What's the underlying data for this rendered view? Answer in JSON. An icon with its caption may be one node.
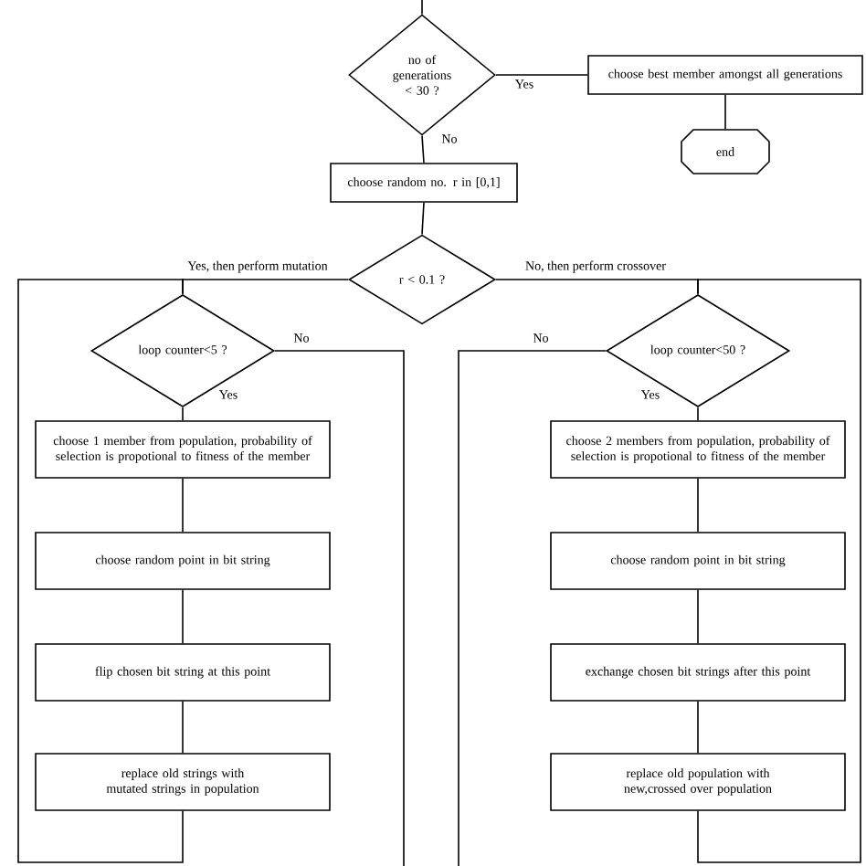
{
  "diagram": {
    "nodes": [
      {
        "text": [
          "no of generations < 30 ?"
        ]
      },
      {
        "text": [
          "choose best member amongst all generations"
        ]
      },
      {
        "text": [
          "end"
        ]
      },
      {
        "text": [
          "choose random no. r in [0,1]"
        ]
      },
      {
        "text": [
          "r < 0.1 ?"
        ]
      },
      {
        "text": [
          "loop counter<5 ?"
        ]
      },
      {
        "text": [
          "choose 1 member from population, probability of selection is propotional to fitness of the member"
        ]
      },
      {
        "text": [
          "choose random point in bit string"
        ]
      },
      {
        "text": [
          "flip chosen bit string at this point"
        ]
      },
      {
        "text": [
          "replace old strings with mutated strings in population"
        ]
      },
      {
        "text": [
          "loop counter<50 ?"
        ]
      },
      {
        "text": [
          "choose 2 members from population, probability of selection is propotional to fitness of the member"
        ]
      },
      {
        "text": [
          "choose random point in bit string"
        ]
      },
      {
        "text": [
          "exchange chosen bit strings after this point"
        ]
      },
      {
        "text": [
          "replace old population with new,crossed over population"
        ]
      }
    ],
    "edges": [
      {
        "from": null,
        "to": 0,
        "arrow": "none"
      },
      {
        "from": 0,
        "to": 1,
        "arrow": "none",
        "label": "Yes"
      },
      {
        "from": 1,
        "to": 2,
        "arrow": "none"
      },
      {
        "from": 0,
        "to": 3,
        "arrow": "none",
        "label": "No"
      },
      {
        "from": 3,
        "to": 4,
        "arrow": "none"
      },
      {
        "from": 4,
        "to": 5,
        "arrow": "none",
        "label": "Yes, then perform mutation"
      },
      {
        "from": 4,
        "to": 10,
        "arrow": "none",
        "label": "No, then perform crossover"
      },
      {
        "from": 5,
        "to": 6,
        "arrow": "none",
        "label": "Yes"
      },
      {
        "from": 6,
        "to": 7,
        "arrow": "none"
      },
      {
        "from": 7,
        "to": 8,
        "arrow": "none"
      },
      {
        "from": 8,
        "to": 9,
        "arrow": "none"
      },
      {
        "from": 9,
        "to": 5,
        "arrow": "none"
      },
      {
        "from": 5,
        "to": null,
        "arrow": "none",
        "label": "No"
      },
      {
        "from": 10,
        "to": 11,
        "arrow": "none",
        "label": "Yes"
      },
      {
        "from": 11,
        "to": 12,
        "arrow": "none"
      },
      {
        "from": 12,
        "to": 13,
        "arrow": "none"
      },
      {
        "from": 13,
        "to": 14,
        "arrow": "none"
      },
      {
        "from": 14,
        "to": 10,
        "arrow": "none"
      },
      {
        "from": 10,
        "to": null,
        "arrow": "none",
        "label": "No"
      }
    ]
  }
}
